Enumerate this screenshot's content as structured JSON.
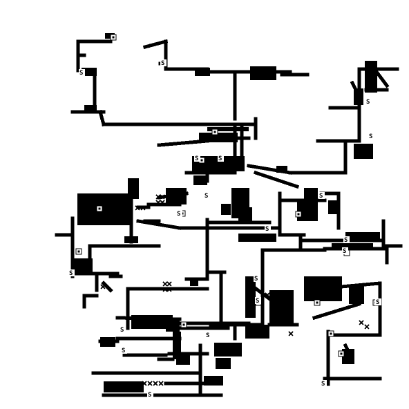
{
  "map": {
    "palette": {
      "background": "#ffffff",
      "ink": "#000000"
    },
    "start_markers": [
      {
        "glyph": "S"
      },
      {
        "glyph": "S"
      },
      {
        "glyph": "S"
      },
      {
        "glyph": "S"
      },
      {
        "glyph": "S"
      },
      {
        "glyph": "S"
      },
      {
        "glyph": "S"
      },
      {
        "glyph": "S"
      },
      {
        "glyph": "S"
      },
      {
        "glyph": "S"
      },
      {
        "glyph": "S"
      },
      {
        "glyph": "S"
      },
      {
        "glyph": "S"
      },
      {
        "glyph": "S"
      },
      {
        "glyph": "S"
      },
      {
        "glyph": "S"
      },
      {
        "glyph": "S"
      },
      {
        "glyph": "S"
      },
      {
        "glyph": "S"
      },
      {
        "glyph": "S"
      },
      {
        "glyph": "S"
      }
    ],
    "icons": {
      "door": "door-icon",
      "trap": "trap-x-icon",
      "start": "start-marker-icon"
    }
  }
}
